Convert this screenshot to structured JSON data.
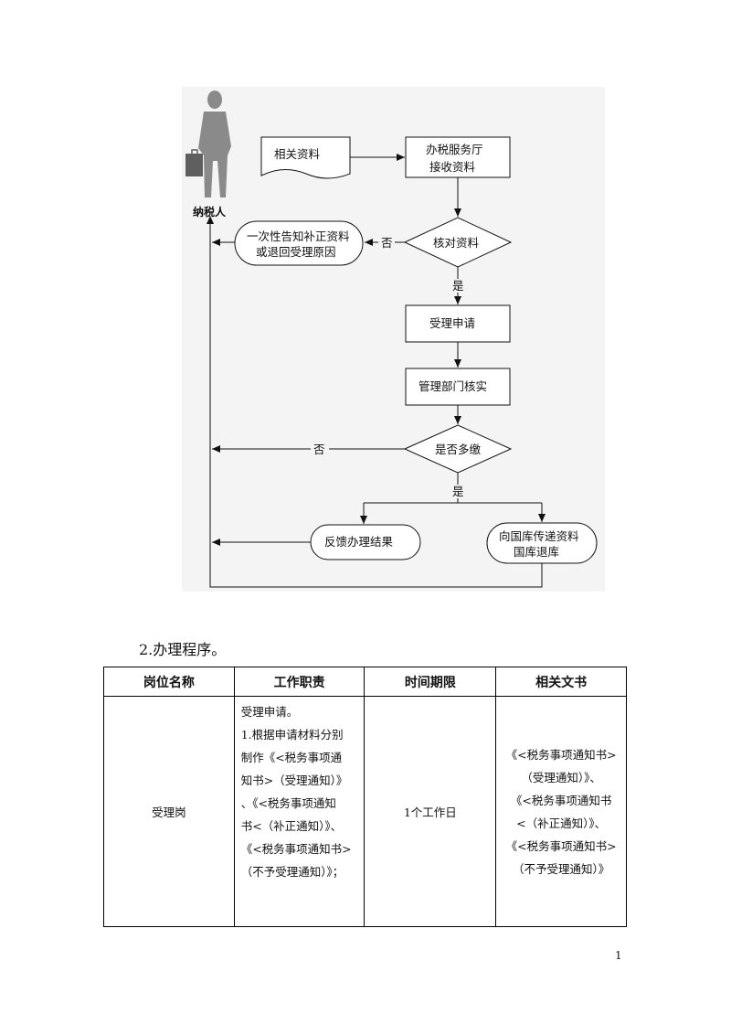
{
  "flowchart": {
    "taxpayer_label": "纳税人",
    "docs_label": "相关资料",
    "hall_receive": [
      "办税服务厅",
      "接收资料"
    ],
    "verify_docs": "核对资料",
    "no_label_1": "否",
    "supplement": [
      "一次性告知补正资料",
      "或退回受理原因"
    ],
    "yes_label_1": "是",
    "accept_application": "受理申请",
    "dept_verify": "管理部门核实",
    "overpaid": "是否多缴",
    "no_label_2": "否",
    "yes_label_2": "是",
    "feedback": "反馈办理结果",
    "treasury": [
      "向国库传递资料",
      "国库退库"
    ]
  },
  "procedure": {
    "title": "2.办理程序。",
    "headers": [
      "岗位名称",
      "工作职责",
      "时间期限",
      "相关文书"
    ],
    "row": {
      "post": "受理岗",
      "duties": [
        "受理申请。",
        "1.根据申请材料分别",
        "制作《<税务事项通",
        "知书>（受理通知）》",
        "、《<税务事项通知",
        "书<（补正通知）》、",
        "《<税务事项通知书>",
        "（不予受理通知）》；"
      ],
      "time_limit": "1个工作日",
      "documents": [
        "《<税务事项通知书>",
        "（受理通知）》、",
        "《<税务事项通知书",
        "<（补正通知）》、",
        "《<税务事项通知书>",
        "（不予受理通知）》"
      ]
    }
  },
  "page_number": "1"
}
